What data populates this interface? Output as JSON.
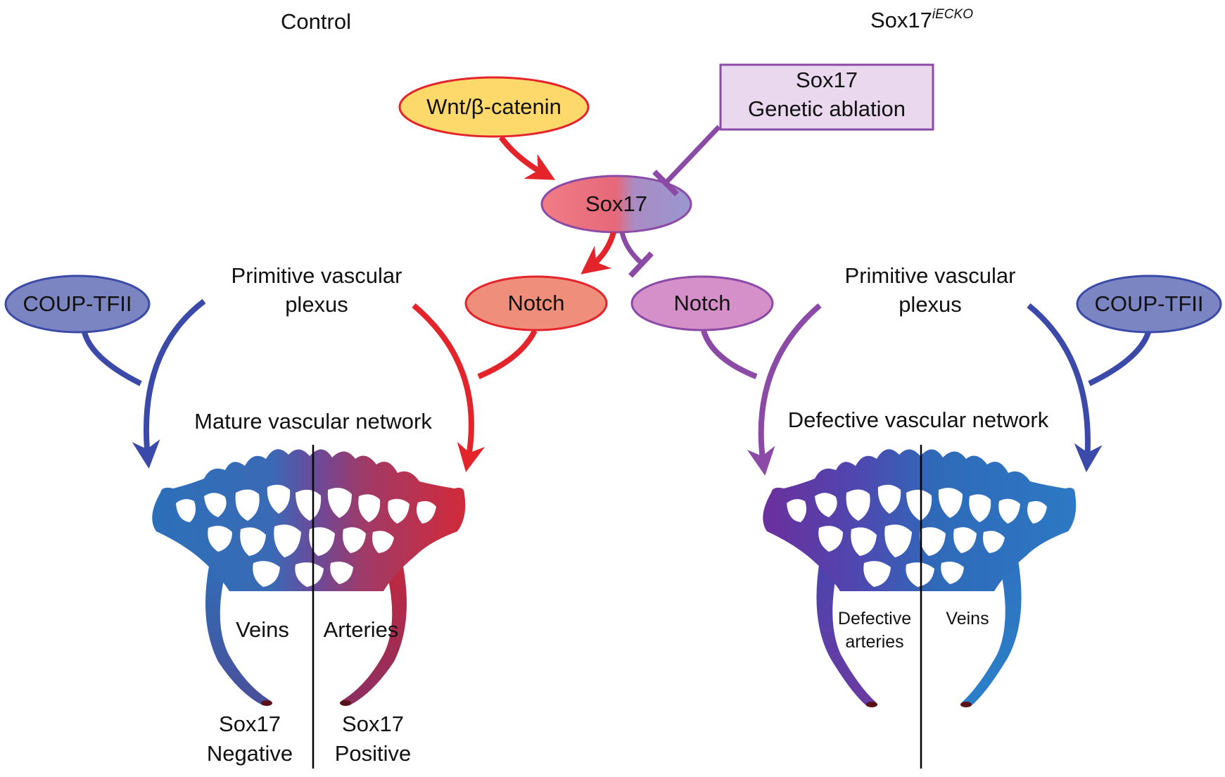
{
  "headers": {
    "control": "Control",
    "knockout_base": "Sox17",
    "knockout_sup": "iECKO"
  },
  "nodes": {
    "wnt": "Wnt/β-catenin",
    "ablation_line1": "Sox17",
    "ablation_line2": "Genetic ablation",
    "sox17": "Sox17",
    "notch_left": "Notch",
    "notch_right": "Notch",
    "coup_left": "COUP-TFII",
    "coup_right": "COUP-TFII"
  },
  "left_panel": {
    "plexus_line1": "Primitive vascular",
    "plexus_line2": "plexus",
    "network": "Mature vascular network",
    "veins": "Veins",
    "arteries": "Arteries",
    "neg_line1": "Sox17",
    "neg_line2": "Negative",
    "pos_line1": "Sox17",
    "pos_line2": "Positive"
  },
  "right_panel": {
    "plexus_line1": "Primitive vascular",
    "plexus_line2": "plexus",
    "network": "Defective vascular network",
    "defective_line1": "Defective",
    "defective_line2": "arteries",
    "veins": "Veins"
  },
  "colors": {
    "red": "#e3242b",
    "purple": "#8b4aa6",
    "blue": "#3b4aa8",
    "vein_blue": "#2f6fb8",
    "artery_red": "#c4283c",
    "defective_purple": "#6a3aa0",
    "wnt_fill": "#fdd86b",
    "ablation_fill": "#ead9ee",
    "notch_left_fill": "#ef8e7a",
    "notch_right_fill": "#d58fc9",
    "coup_fill": "#7b85c2"
  }
}
